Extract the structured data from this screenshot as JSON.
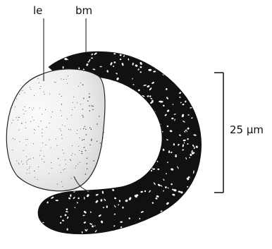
{
  "labels": {
    "le": "le",
    "bm": "bm"
  },
  "scale_bar": {
    "label": "25 µm"
  },
  "colors": {
    "ink": "#111111",
    "paper": "#ffffff",
    "cell_fill": "#efefef"
  }
}
